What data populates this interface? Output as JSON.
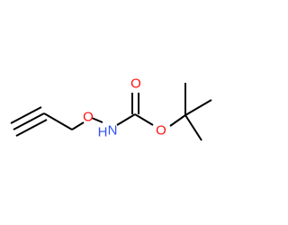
{
  "molecule": {
    "atoms": {
      "ether_oxygen": "O",
      "nitrogen": "N",
      "nitrogen_hydrogen": "H",
      "carbonyl_oxygen": "O",
      "ester_oxygen": "O"
    },
    "colors": {
      "bond": "#000000",
      "oxygen": "#ff0d0d",
      "nitrogen": "#3050f8"
    }
  }
}
